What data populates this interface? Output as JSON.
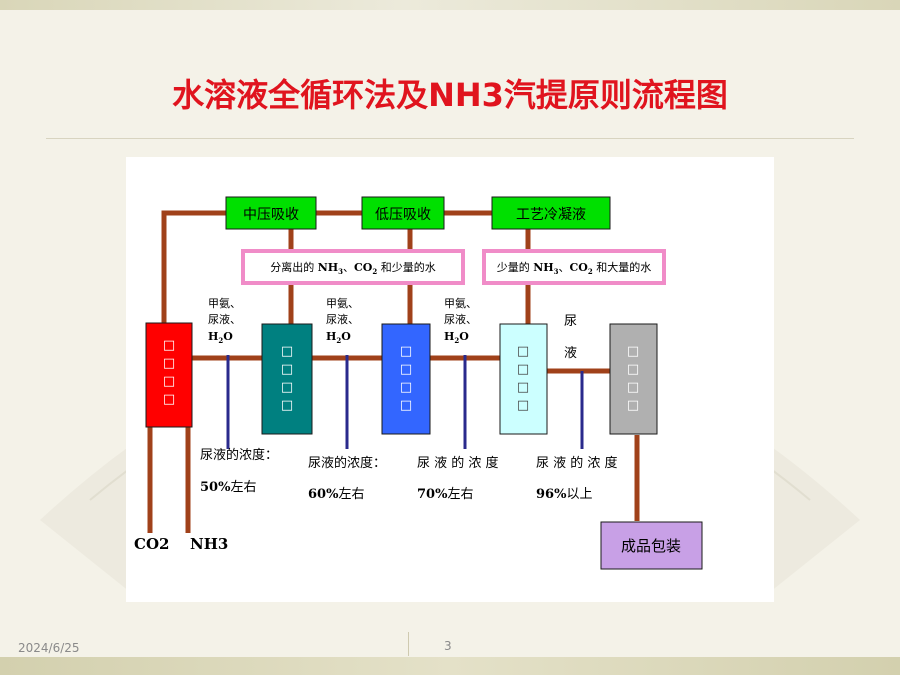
{
  "slide": {
    "title": "水溶液全循环法及NH3汽提原则流程图",
    "date": "2024/6/25",
    "page": "3"
  },
  "diagram": {
    "top_boxes": [
      "中压吸收",
      "低压吸收",
      "工艺冷凝液"
    ],
    "pink_labels": [
      [
        "分离出的 ",
        "NH",
        "3",
        "、",
        "CO",
        "2",
        " 和少量的水"
      ],
      [
        "少量的 ",
        "NH",
        "3",
        "、",
        "CO",
        "2",
        " 和大量的水"
      ]
    ],
    "gas_labels": {
      "line1": "甲氨、",
      "line2": "尿液、",
      "h2o": [
        "H",
        "2",
        "O"
      ]
    },
    "mid_right_label": [
      "尿",
      "液"
    ],
    "concentrations": [
      {
        "label": "尿液的浓度：",
        "value": "50%",
        "unit": "左右"
      },
      {
        "label": "尿液的浓度：",
        "value": "60%",
        "unit": "左右"
      },
      {
        "label": "尿 液 的 浓 度",
        "value": "70%",
        "unit": "左右"
      },
      {
        "label": "尿 液 的 浓 度",
        "value": "96%",
        "unit": "以上"
      }
    ],
    "feeds": [
      "CO2",
      "NH3"
    ],
    "product": "成品包装",
    "vessel_glyph": "□",
    "colors": {
      "pipe": "#a0411a",
      "box_green": "#00e000",
      "pink": "#f08cc8",
      "vessel1": "#ff0000",
      "vessel2": "#008080",
      "vessel3": "#3366ff",
      "vessel4": "#ccffff",
      "vessel5": "#b0b0b0",
      "product": "#c8a0e6",
      "blue_line": "#2a2a8c"
    }
  }
}
